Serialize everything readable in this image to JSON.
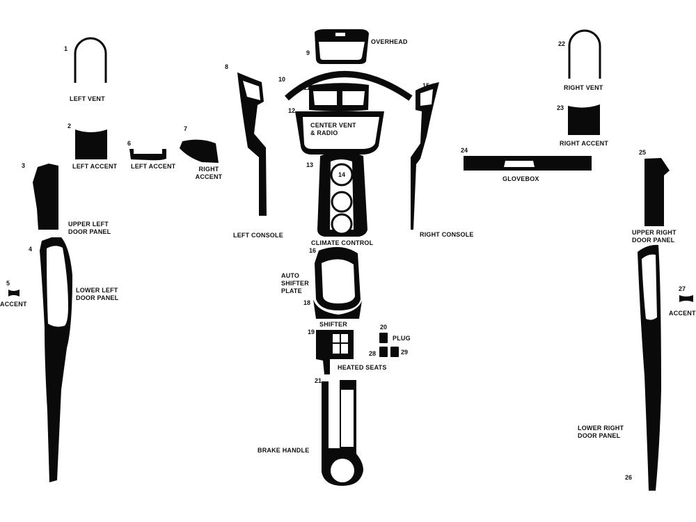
{
  "palette": {
    "piece": "#0a0a0a",
    "background": "#ffffff"
  },
  "pieces": [
    {
      "id": "1",
      "label": "LEFT VENT"
    },
    {
      "id": "2",
      "label": "LEFT ACCENT"
    },
    {
      "id": "3",
      "label": "UPPER LEFT\nDOOR PANEL"
    },
    {
      "id": "4",
      "label": "LOWER LEFT\nDOOR PANEL"
    },
    {
      "id": "5",
      "label": "ACCENT"
    },
    {
      "id": "6",
      "label": "LEFT ACCENT"
    },
    {
      "id": "7",
      "label": "RIGHT\nACCENT"
    },
    {
      "id": "8",
      "label": "LEFT CONSOLE"
    },
    {
      "id": "9",
      "label": "OVERHEAD"
    },
    {
      "id": "10",
      "label": ""
    },
    {
      "id": "11",
      "label": ""
    },
    {
      "id": "12",
      "label": "CENTER VENT\n& RADIO"
    },
    {
      "id": "13",
      "label": ""
    },
    {
      "id": "14",
      "label": "CLIMATE CONTROL"
    },
    {
      "id": "15",
      "label": "RIGHT CONSOLE"
    },
    {
      "id": "16",
      "label": "AUTO\nSHIFTER\nPLATE"
    },
    {
      "id": "18",
      "label": "SHIFTER"
    },
    {
      "id": "19",
      "label": "HEATED SEATS"
    },
    {
      "id": "20",
      "label": "PLUG"
    },
    {
      "id": "21",
      "label": "BRAKE HANDLE"
    },
    {
      "id": "22",
      "label": "RIGHT VENT"
    },
    {
      "id": "23",
      "label": "RIGHT ACCENT"
    },
    {
      "id": "24",
      "label": "GLOVEBOX"
    },
    {
      "id": "25",
      "label": "UPPER RIGHT\nDOOR PANEL"
    },
    {
      "id": "26",
      "label": "LOWER RIGHT\nDOOR PANEL"
    },
    {
      "id": "27",
      "label": "ACCENT"
    },
    {
      "id": "28",
      "label": ""
    },
    {
      "id": "29",
      "label": ""
    }
  ]
}
